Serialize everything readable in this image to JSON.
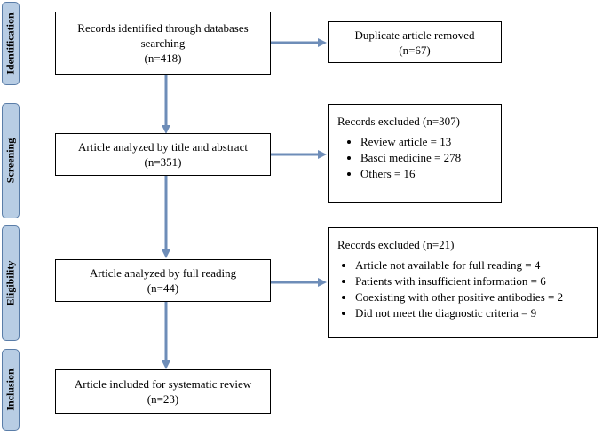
{
  "stages": [
    "Identification",
    "Screening",
    "Eligibility",
    "Inclusion"
  ],
  "identification": {
    "main": {
      "line1": "Records identified through databases",
      "line2": "searching",
      "count": "(n=418)"
    },
    "side": {
      "line1": "Duplicate article removed",
      "count": "(n=67)"
    }
  },
  "screening": {
    "main": {
      "line1": "Article analyzed by title and abstract",
      "count": "(n=351)"
    },
    "side": {
      "title": "Records excluded (n=307)",
      "items": [
        "Review article = 13",
        "Basci  medicine = 278",
        "Others = 16"
      ]
    }
  },
  "eligibility": {
    "main": {
      "line1": "Article analyzed by full reading",
      "count": "(n=44)"
    },
    "side": {
      "title": "Records excluded (n=21)",
      "items": [
        "Article not available for full reading = 4",
        "Patients with insufficient information = 6",
        "Coexisting with other positive antibodies = 2",
        "Did not meet the diagnostic criteria = 9"
      ]
    }
  },
  "inclusion": {
    "main": {
      "line1": "Article included for systematic review",
      "count": "(n=23)"
    }
  },
  "colors": {
    "arrow": "#6e8db8",
    "tab_fill": "#b8cde4",
    "tab_border": "#5a7da8"
  }
}
